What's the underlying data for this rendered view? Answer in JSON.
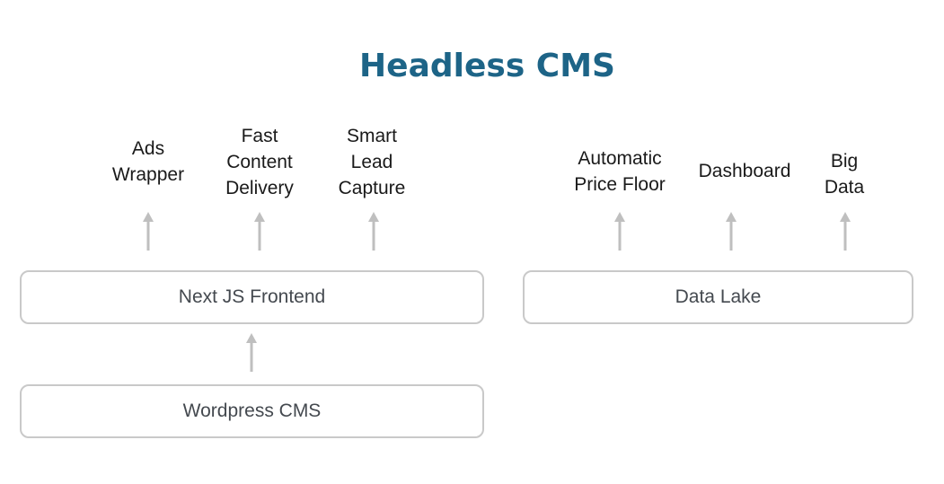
{
  "title": "Headless CMS",
  "colors": {
    "title": "#1d6487",
    "box_border": "#c9c9c9",
    "arrow": "#bfbfbf",
    "box_text": "#44494f",
    "label_text": "#1a1a1a"
  },
  "boxes": {
    "next_js_frontend": "Next JS Frontend",
    "wordpress_cms": "Wordpress CMS",
    "data_lake": "Data Lake"
  },
  "frontend_outputs": [
    "Ads\nWrapper",
    "Fast\nContent\nDelivery",
    "Smart\nLead\nCapture"
  ],
  "data_lake_outputs": [
    "Automatic\nPrice Floor",
    "Dashboard",
    "Big\nData"
  ]
}
